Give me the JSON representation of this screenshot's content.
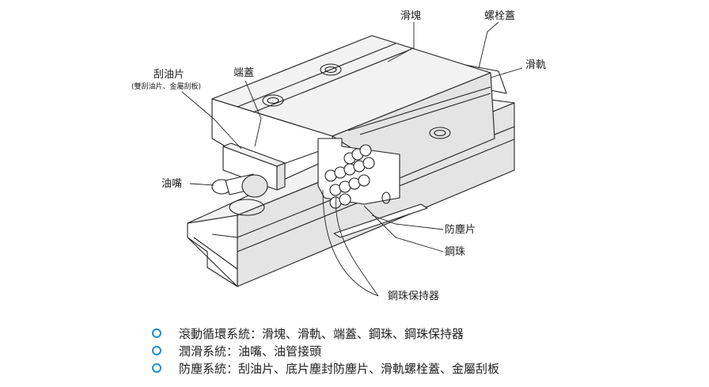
{
  "labels": {
    "slider": "滑塊",
    "rail_bolt_cap": "螺栓蓋",
    "rail": "滑軌",
    "scraper": "刮油片",
    "scraper_note": "(雙刮油片、金屬刮板)",
    "end_cap": "端蓋",
    "grease_nipple": "油嘴",
    "dust_seal": "防塵片",
    "steel_ball": "鋼珠",
    "ball_retainer": "鋼珠保持器"
  },
  "legend": [
    {
      "text": "滾動循環系統：滑塊、滑軌、端蓋、鋼珠、鋼珠保持器"
    },
    {
      "text": "潤滑系統：油嘴、油管接頭"
    },
    {
      "text": "防塵系統：刮油片、底片塵封防塵片、滑軌螺栓蓋、金屬刮板"
    }
  ],
  "colors": {
    "bullet": "#1f8fd6",
    "line": "#222222"
  }
}
